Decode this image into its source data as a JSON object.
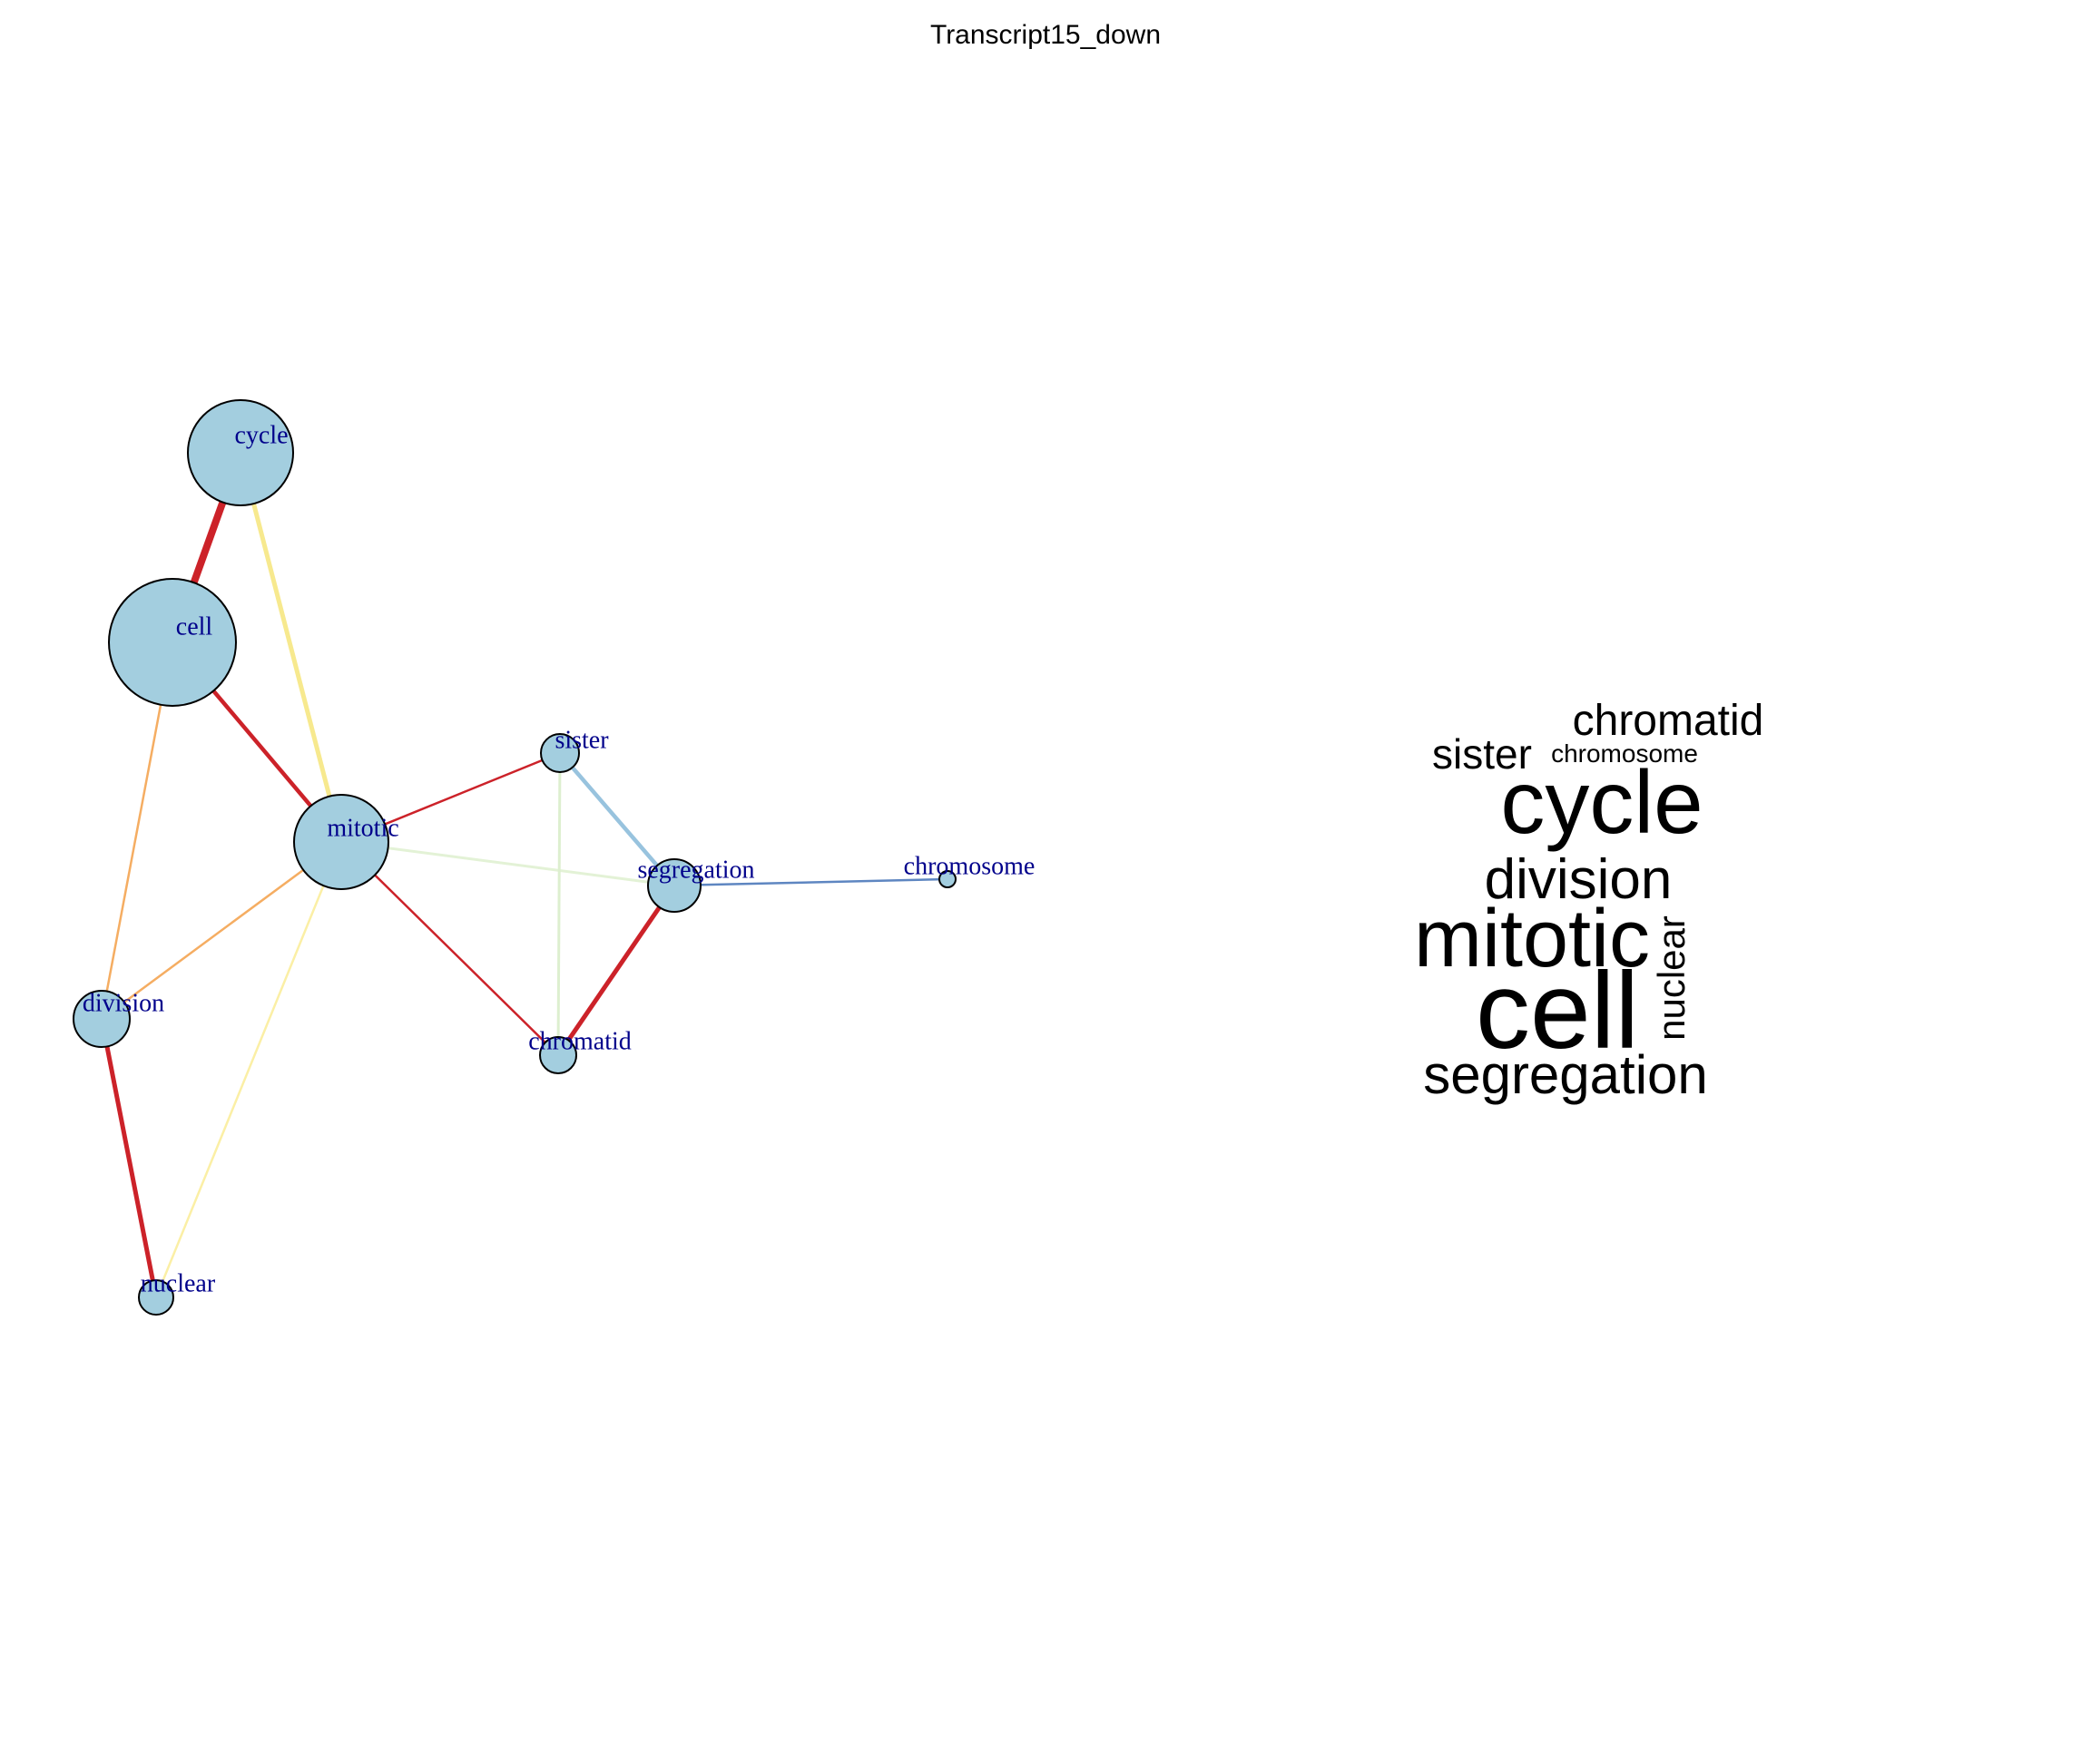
{
  "title": "Transcript15_down",
  "network": {
    "node_fill": "#A3CEDF",
    "node_stroke": "#000000",
    "label_color": "#00008B",
    "nodes": [
      {
        "id": "cycle",
        "label": "cycle"
      },
      {
        "id": "cell",
        "label": "cell"
      },
      {
        "id": "mitotic",
        "label": "mitotic"
      },
      {
        "id": "sister",
        "label": "sister"
      },
      {
        "id": "segregation",
        "label": "segregation"
      },
      {
        "id": "chromosome",
        "label": "chromosome"
      },
      {
        "id": "division",
        "label": "division"
      },
      {
        "id": "chromatid",
        "label": "chromatid"
      },
      {
        "id": "nuclear",
        "label": "nuclear"
      }
    ],
    "edges": [
      {
        "source": "cycle",
        "target": "cell",
        "color": "#CC2229"
      },
      {
        "source": "cycle",
        "target": "mitotic",
        "color": "#F7E98E"
      },
      {
        "source": "cell",
        "target": "mitotic",
        "color": "#CC2229"
      },
      {
        "source": "cell",
        "target": "division",
        "color": "#F5AD62"
      },
      {
        "source": "mitotic",
        "target": "sister",
        "color": "#CC2229"
      },
      {
        "source": "mitotic",
        "target": "segregation",
        "color": "#E3F2D6"
      },
      {
        "source": "mitotic",
        "target": "chromatid",
        "color": "#CC2229"
      },
      {
        "source": "mitotic",
        "target": "division",
        "color": "#F5AD62"
      },
      {
        "source": "mitotic",
        "target": "nuclear",
        "color": "#FBEFA5"
      },
      {
        "source": "sister",
        "target": "segregation",
        "color": "#98C3DE"
      },
      {
        "source": "sister",
        "target": "chromatid",
        "color": "#DDEFCF"
      },
      {
        "source": "segregation",
        "target": "chromatid",
        "color": "#CC2229"
      },
      {
        "source": "segregation",
        "target": "chromosome",
        "color": "#5E86C1"
      },
      {
        "source": "division",
        "target": "nuclear",
        "color": "#CC2229"
      }
    ]
  },
  "wordcloud": {
    "words": [
      {
        "text": "chromatid"
      },
      {
        "text": "sister"
      },
      {
        "text": "chromosome"
      },
      {
        "text": "cycle"
      },
      {
        "text": "division"
      },
      {
        "text": "mitotic"
      },
      {
        "text": "nuclear"
      },
      {
        "text": "cell"
      },
      {
        "text": "segregation"
      }
    ]
  }
}
